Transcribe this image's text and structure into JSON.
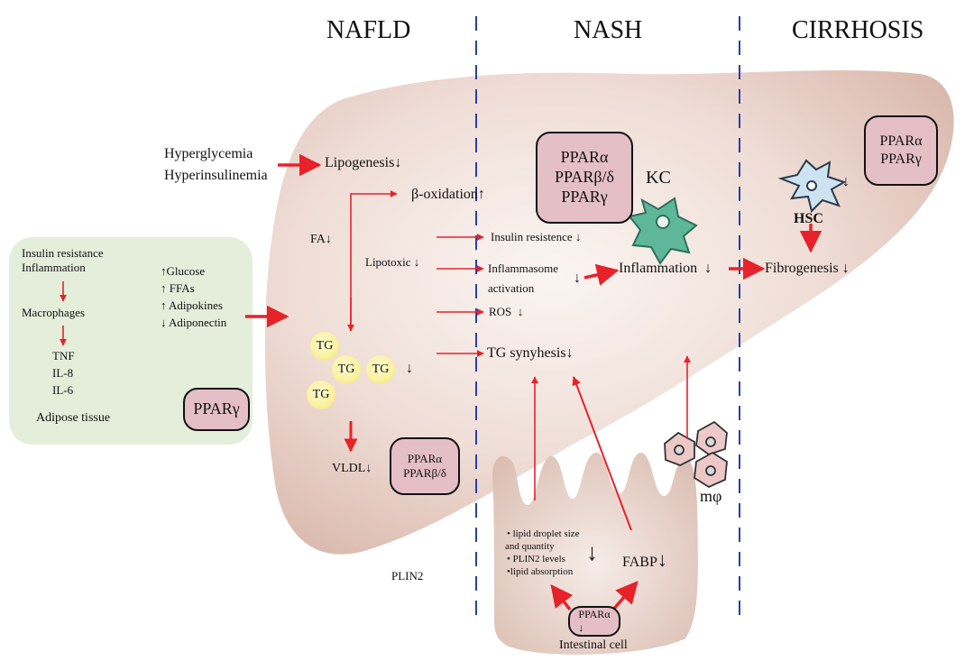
{
  "stages": {
    "nafld": "NAFLD",
    "nash": "NASH",
    "cirrhosis": "CIRRHOSIS"
  },
  "colors": {
    "liver": "#ecd5ce",
    "adipose": "#e5eedb",
    "ppar_box": "#e5bfc6",
    "arrow": "#e8222a",
    "divider": "#2a3fa8",
    "kc": "#5fb79a",
    "hsc": "#cde3f2",
    "tg": "#fbf2a2"
  },
  "inputs": {
    "hyperglycemia": "Hyperglycemia",
    "hyperinsulinemia": "Hyperinsulinemia"
  },
  "liver": {
    "lipogenesis": "Lipogenesis",
    "beta_oxidation": "β-oxidation",
    "fa": "FA",
    "lipotoxic": "Lipotoxic",
    "insulin_resistence": "Insulin resistence",
    "inflammasome": "Inflammasome",
    "activation": "activation",
    "ros": "ROS",
    "tg_synyhesis": "TG synyhesis",
    "inflammation": "Inflammation",
    "fibrogenesis": "Fibrogenesis",
    "vldl": "VLDL",
    "tg": "TG",
    "kc": "KC",
    "hsc": "HSC",
    "macrophage": "mφ",
    "plin2": "PLIN2"
  },
  "arrows": {
    "down": "↓",
    "up": "↑"
  },
  "boxes": {
    "nash_ppar": [
      "PPARα",
      "PPARβ/δ",
      "PPARγ"
    ],
    "cirrhosis_ppar": [
      "PPARα",
      "PPARγ"
    ],
    "vldl_ppar": [
      "PPARα",
      "PPARβ/δ"
    ],
    "adipose_ppar": "PPARγ",
    "intestinal_ppar": "PPARα"
  },
  "adipose": {
    "insulin_resistance": "Insulin resistance",
    "inflammation": "Inflammation",
    "macrophages": "Macrophages",
    "tnf": "TNF",
    "il8": "IL-8",
    "il6": "IL-6",
    "title": "Adipose tissue",
    "glucose": "↑Glucose",
    "ffas": "↑ FFAs",
    "adipokines": "↑ Adipokines",
    "adiponectin": "↓ Adiponectin"
  },
  "intestine": {
    "bullet1a": "• lipid droplet size",
    "bullet1b": "and quantity",
    "bullet2": "• PLIN2 levels",
    "bullet3": "•lipid absorption",
    "fabp": "FABP",
    "label": "Intestinal cell"
  }
}
